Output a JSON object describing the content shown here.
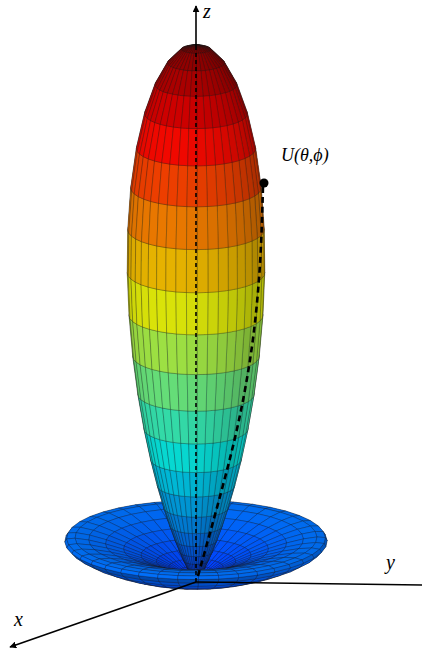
{
  "diagram": {
    "labels": [
      "z",
      "U(θ,ϕ)",
      "y",
      "x"
    ]
  }
}
